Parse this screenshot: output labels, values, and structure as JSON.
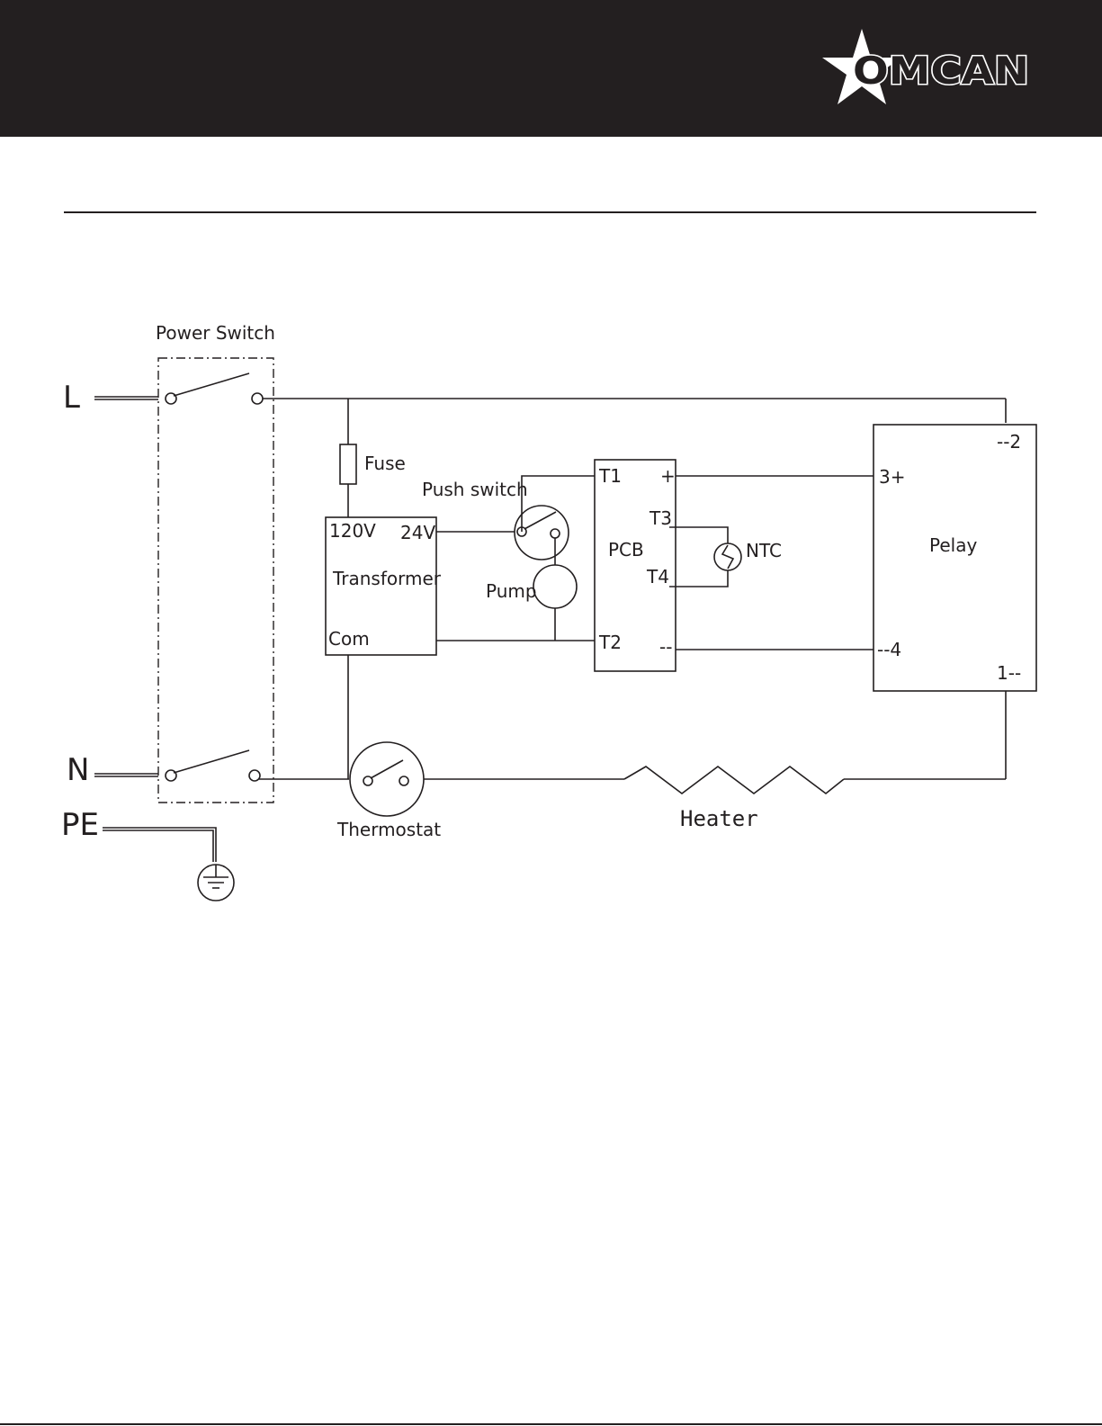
{
  "brand": {
    "logo_text": "OMCAN",
    "header_color": "#231f20"
  },
  "diagram": {
    "terminals": {
      "line": "L",
      "neutral": "N",
      "earth": "PE"
    },
    "power_switch": "Power Switch",
    "fuse": "Fuse",
    "push_switch": "Push switch",
    "pump": "Pump",
    "transformer": {
      "name": "Transformer",
      "v_in": "120V",
      "v_out": "24V",
      "common": "Com"
    },
    "pcb": {
      "name": "PCB",
      "t1": "T1",
      "t2": "T2",
      "t3": "T3",
      "t4": "T4",
      "plus": "+",
      "minus": "--"
    },
    "ntc": "NTC",
    "relay": {
      "name": "Pelay",
      "pin1": "1--",
      "pin2": "--2",
      "pin3": "3+",
      "pin4": "--4"
    },
    "thermostat": "Thermostat",
    "heater": "Heater"
  }
}
